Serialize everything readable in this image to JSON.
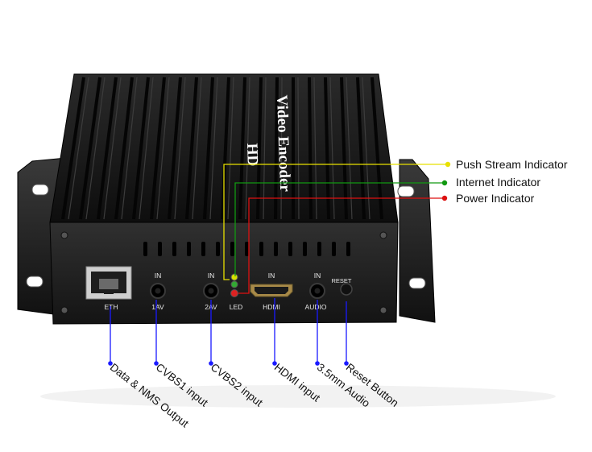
{
  "device": {
    "model_line1": "HD",
    "model_line2": "Video Encoder",
    "port_labels": {
      "eth": "ETH",
      "av1": "1AV",
      "av2": "2AV",
      "led": "LED",
      "hdmi": "HDMI",
      "audio": "AUDIO",
      "reset": "RESET",
      "in": "IN"
    }
  },
  "callouts": {
    "push_stream": "Push Stream Indicator",
    "internet": "Internet Indicator",
    "power": "Power Indicator",
    "data_nms": "Data & NMS Output",
    "cvbs1": "CVBS1 input",
    "cvbs2": "CVBS2 input",
    "hdmi_input": "HDMI input",
    "audio": "3.5mm Audio",
    "reset": "Reset Button"
  },
  "colors": {
    "push_stream_line": "#e8e000",
    "internet_line": "#119911",
    "power_line": "#dd1111",
    "bottom_lines": "#1a1aff",
    "device_body": "#1c1c1c"
  }
}
